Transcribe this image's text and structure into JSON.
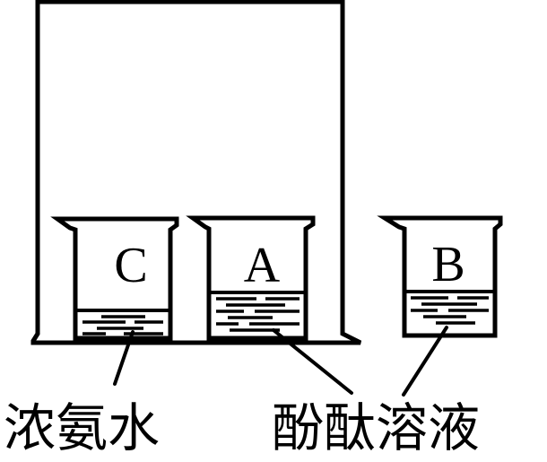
{
  "beakers": [
    {
      "letter": "C"
    },
    {
      "letter": "A"
    },
    {
      "letter": "B"
    }
  ],
  "labels": {
    "left": "浓氨水",
    "right": "酚酞溶液"
  }
}
